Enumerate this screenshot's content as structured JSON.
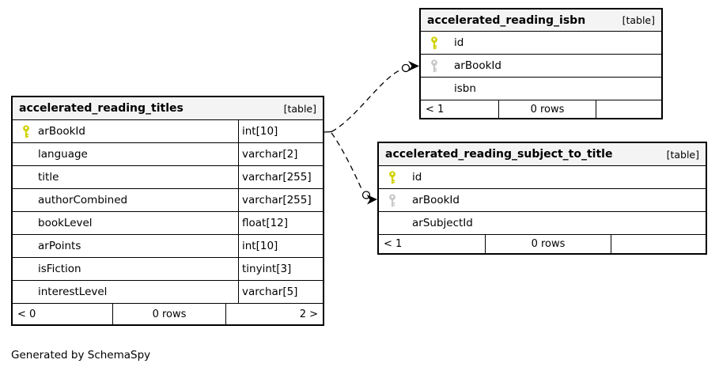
{
  "diagram": {
    "generator_note": "Generated by SchemaSpy"
  },
  "colors": {
    "primary_key_icon": "#d1d100",
    "foreign_key_icon": "#c8c8c8",
    "header_background": "#f4f4f4",
    "border": "#000000"
  },
  "tables": {
    "titles": {
      "name": "accelerated_reading_titles",
      "tag": "[table]",
      "columns": [
        {
          "name": "arBookId",
          "type": "int[10]",
          "key": "primary"
        },
        {
          "name": "language",
          "type": "varchar[2]",
          "key": ""
        },
        {
          "name": "title",
          "type": "varchar[255]",
          "key": ""
        },
        {
          "name": "authorCombined",
          "type": "varchar[255]",
          "key": ""
        },
        {
          "name": "bookLevel",
          "type": "float[12]",
          "key": ""
        },
        {
          "name": "arPoints",
          "type": "int[10]",
          "key": ""
        },
        {
          "name": "isFiction",
          "type": "tinyint[3]",
          "key": ""
        },
        {
          "name": "interestLevel",
          "type": "varchar[5]",
          "key": ""
        }
      ],
      "footer": {
        "left": "< 0",
        "center": "0 rows",
        "right": "2 >"
      }
    },
    "isbn": {
      "name": "accelerated_reading_isbn",
      "tag": "[table]",
      "columns": [
        {
          "name": "id",
          "key": "primary"
        },
        {
          "name": "arBookId",
          "key": "foreign"
        },
        {
          "name": "isbn",
          "key": ""
        }
      ],
      "footer": {
        "left": "< 1",
        "center": "0 rows",
        "right": ""
      }
    },
    "subject_to_title": {
      "name": "accelerated_reading_subject_to_title",
      "tag": "[table]",
      "columns": [
        {
          "name": "id",
          "key": "primary"
        },
        {
          "name": "arBookId",
          "key": "foreign"
        },
        {
          "name": "arSubjectId",
          "key": ""
        }
      ],
      "footer": {
        "left": "< 1",
        "center": "0 rows",
        "right": ""
      }
    }
  },
  "relationships": [
    {
      "from": "accelerated_reading_titles.arBookId",
      "to": "accelerated_reading_isbn.arBookId"
    },
    {
      "from": "accelerated_reading_titles.arBookId",
      "to": "accelerated_reading_subject_to_title.arBookId"
    }
  ]
}
